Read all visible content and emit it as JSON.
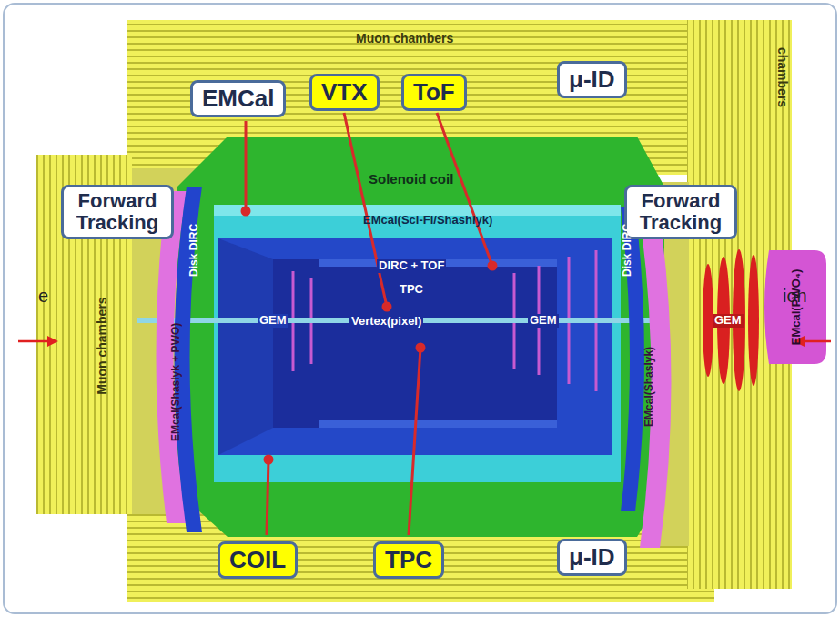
{
  "diagram": {
    "nodes": [
      {
        "text": [
          "EMCal"
        ]
      },
      {
        "text": [
          "VTX"
        ]
      },
      {
        "text": [
          "ToF"
        ]
      },
      {
        "text": [
          "μ-ID"
        ]
      },
      {
        "text": [
          "Forward Tracking"
        ]
      },
      {
        "text": [
          "Forward Tracking"
        ]
      },
      {
        "text": [
          "COIL"
        ]
      },
      {
        "text": [
          "TPC"
        ]
      },
      {
        "text": [
          "μ-ID"
        ]
      }
    ],
    "labels": [
      "Muon chambers",
      "Solenoid coil",
      "EMcal(Sci-Fi/Shashlyk)",
      "DIRC + TOF",
      "TPC",
      "Vertex(pixel)",
      "GEM",
      "GEM",
      "GEM",
      "Muon chambers",
      "EMcal(Shaslyk + PWO)",
      "Disk DIRC",
      "Disk DIRC",
      "EMcal(Shaslyk)",
      "chambers",
      "EMcal(PWO₄)",
      "e",
      "ion"
    ]
  }
}
